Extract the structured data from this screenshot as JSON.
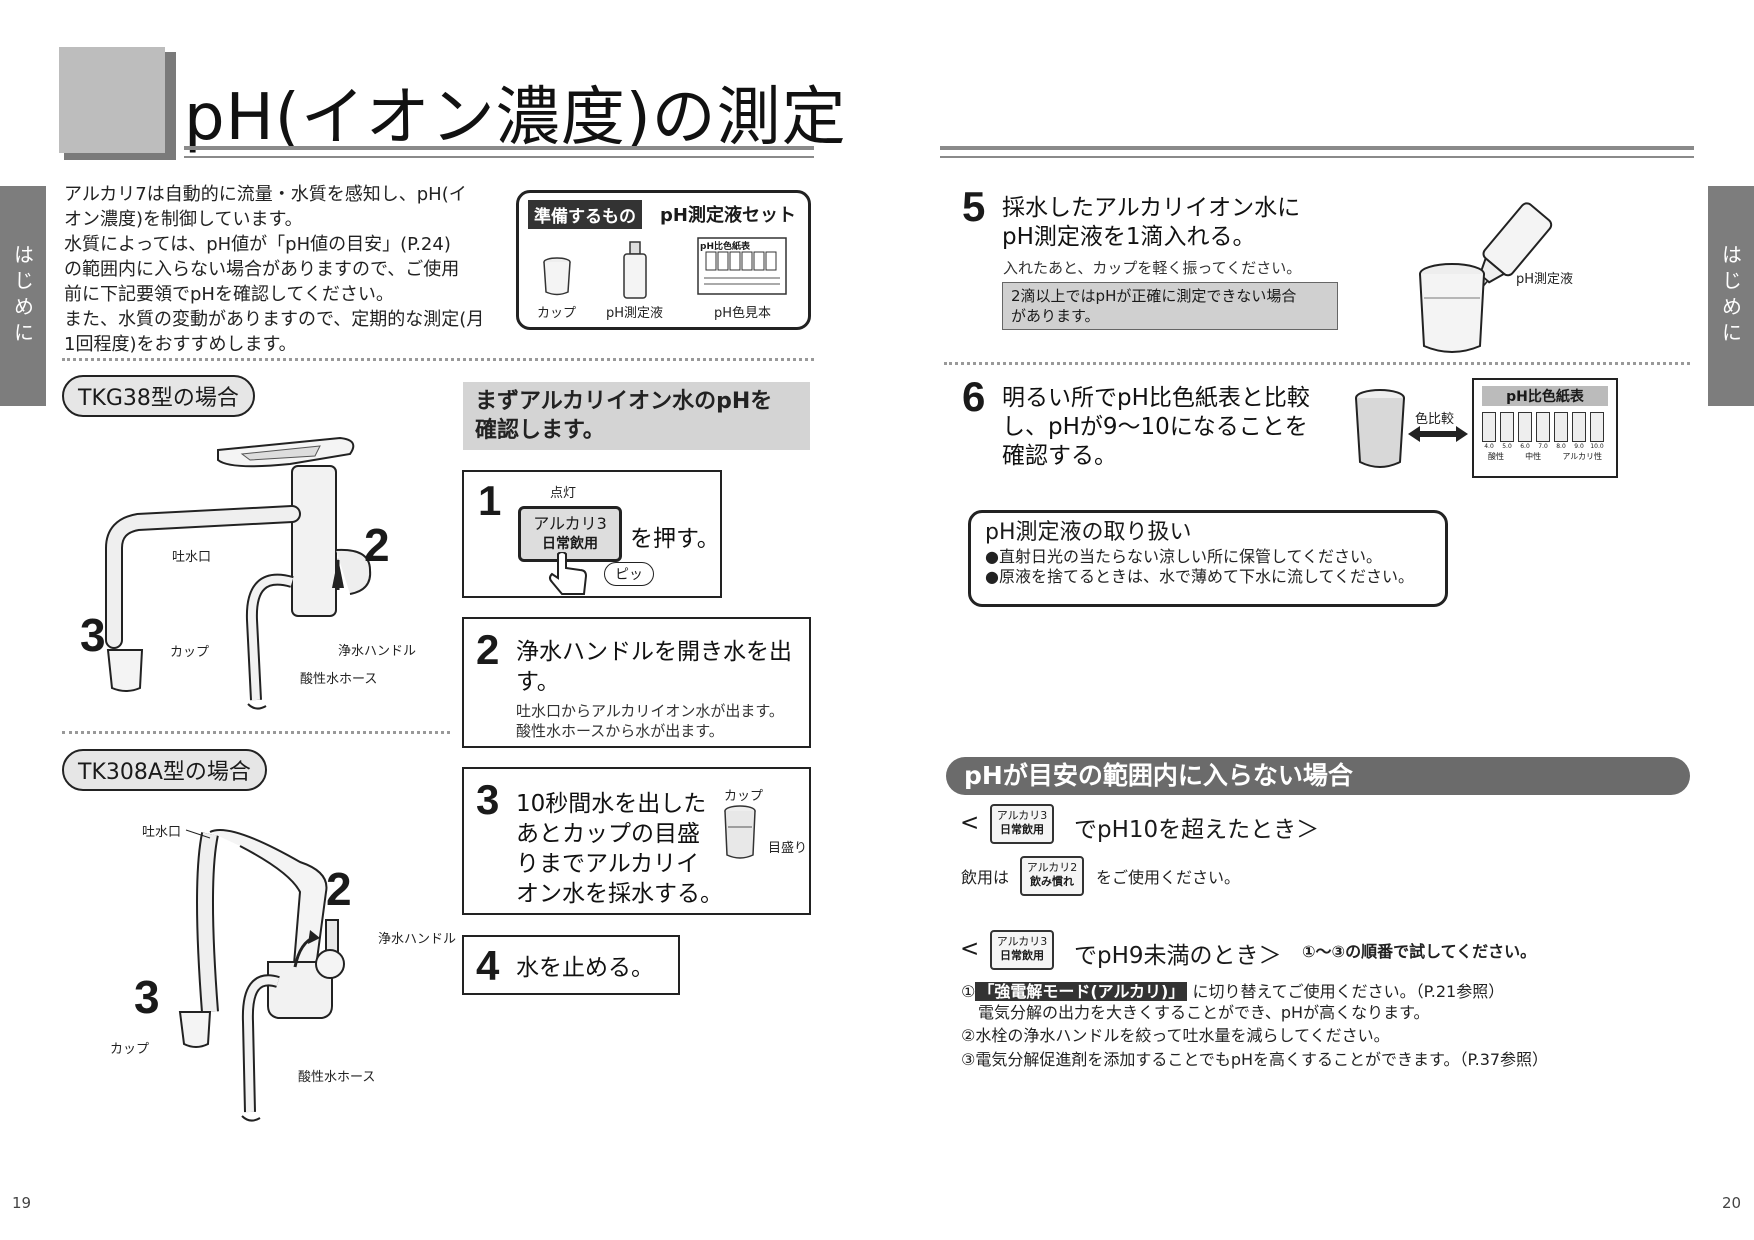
{
  "title": "pH(イオン濃度)の測定",
  "side_tab": "はじめに",
  "intro": [
    "アルカリ7は自動的に流量・水質を感知し、pH(イ",
    "オン濃度)を制御しています。",
    "水質によっては、pH値が「pH値の目安」(P.24)",
    "の範囲内に入らない場合がありますので、ご使用",
    "前に下記要領でpHを確認してください。",
    "また、水質の変動がありますので、定期的な測定(月",
    "1回程度)をおすすめします。"
  ],
  "prep": {
    "label": "準備するもの",
    "title": "pH測定液セット",
    "items": [
      "カップ",
      "pH測定液",
      "pH色見本"
    ],
    "chart_label": "pH比色紙表"
  },
  "models": {
    "tkg38": "TKG38型の場合",
    "tk308a": "TK308A型の場合"
  },
  "faucet_labels": {
    "spout": "吐水口",
    "cup": "カップ",
    "handle": "浄水ハンドル",
    "hose": "酸性水ホース",
    "num2": "2",
    "num3": "3"
  },
  "left_steps": {
    "header": [
      "まずアルカリイオン水のpHを",
      "確認します。"
    ],
    "s1": {
      "num": "1",
      "lit": "点灯",
      "btn_top": "アルカリ3",
      "btn_bottom": "日常飲用",
      "text": "を押す。",
      "beep": "ピッ"
    },
    "s2": {
      "num": "2",
      "text": [
        "浄水ハンドルを開き水を出",
        "す。"
      ],
      "sub": [
        "吐水口からアルカリイオン水が出ます。",
        "酸性水ホースから水が出ます。"
      ]
    },
    "s3": {
      "num": "3",
      "text": [
        "10秒間水を出した",
        "あとカップの目盛",
        "りまでアルカリイ",
        "オン水を採水する。"
      ],
      "cup": "カップ",
      "mark": "目盛り"
    },
    "s4": {
      "num": "4",
      "text": "水を止める。"
    }
  },
  "right_steps": {
    "s5": {
      "num": "5",
      "text": [
        "採水したアルカリイオン水に",
        "pH測定液を1滴入れる。"
      ],
      "sub": "入れたあと、カップを軽く振ってください。",
      "warn": [
        "2滴以上ではpHが正確に測定できない場合",
        "があります。"
      ],
      "bottle": "pH測定液"
    },
    "s6": {
      "num": "6",
      "text": [
        "明るい所でpH比色紙表と比較",
        "し、pHが9〜10になることを",
        "確認する。"
      ],
      "compare": "色比較",
      "chart_title": "pH比色紙表",
      "chart_ticks": [
        "4.0",
        "5.0",
        "6.0",
        "7.0",
        "8.0",
        "9.0",
        "10.0"
      ],
      "chart_groups": [
        "酸性",
        "中性",
        "アルカリ性"
      ]
    }
  },
  "handling": {
    "title": "pH測定液の取り扱い",
    "lines": [
      "●直射日光の当たらない涼しい所に保管してください。",
      "●原液を捨てるときは、水で薄めて下水に流してください。"
    ]
  },
  "out_of_range": {
    "banner": "pHが目安の範囲内に入らない場合",
    "case1": {
      "btn_top": "アルカリ3",
      "btn_bottom": "日常飲用",
      "text": "でpH10を超えたとき＞",
      "use_prefix": "飲用は",
      "use_btn_top": "アルカリ2",
      "use_btn_bottom": "飲み慣れ",
      "use_suffix": "をご使用ください。"
    },
    "case2": {
      "btn_top": "アルカリ3",
      "btn_bottom": "日常飲用",
      "text": "でpH9未満のとき＞",
      "note": "①〜③の順番で試してください。",
      "items": {
        "i1_prefix": "①",
        "i1_hl": "「強電解モード(アルカリ)」",
        "i1_suffix": "に切り替えてご使用ください。（P.21参照）",
        "i1_line2": "電気分解の出力を大きくすることができ、pHが高くなります。",
        "i2": "②水栓の浄水ハンドルを絞って吐水量を減らしてください。",
        "i3": "③電気分解促進剤を添加することでもpHを高くすることができます。（P.37参照）"
      }
    }
  },
  "page_numbers": {
    "left": "19",
    "right": "20"
  }
}
